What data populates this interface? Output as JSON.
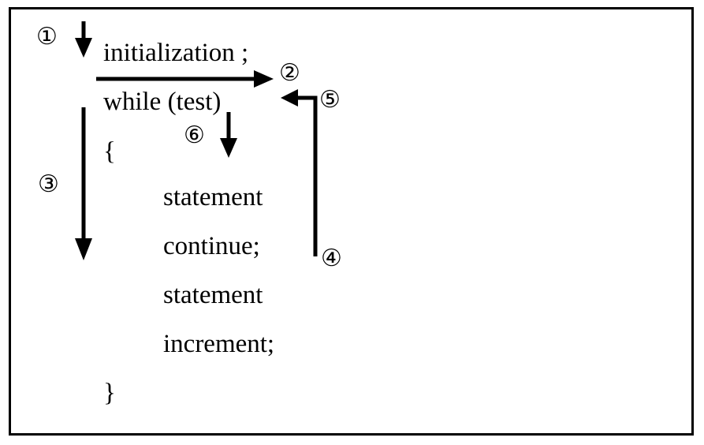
{
  "code_lines": {
    "initialization": "initialization ;",
    "while_test": "while (test)",
    "open_brace": "{",
    "statement_1": "statement",
    "continue_stmt": "continue;",
    "statement_2": "statement",
    "increment": "increment;",
    "close_brace": "}"
  },
  "step_markers": {
    "step_1": "①",
    "step_2": "②",
    "step_3": "③",
    "step_4": "④",
    "step_5": "⑤",
    "step_6": "⑥"
  },
  "colors": {
    "ink": "#000000",
    "background": "#ffffff"
  }
}
